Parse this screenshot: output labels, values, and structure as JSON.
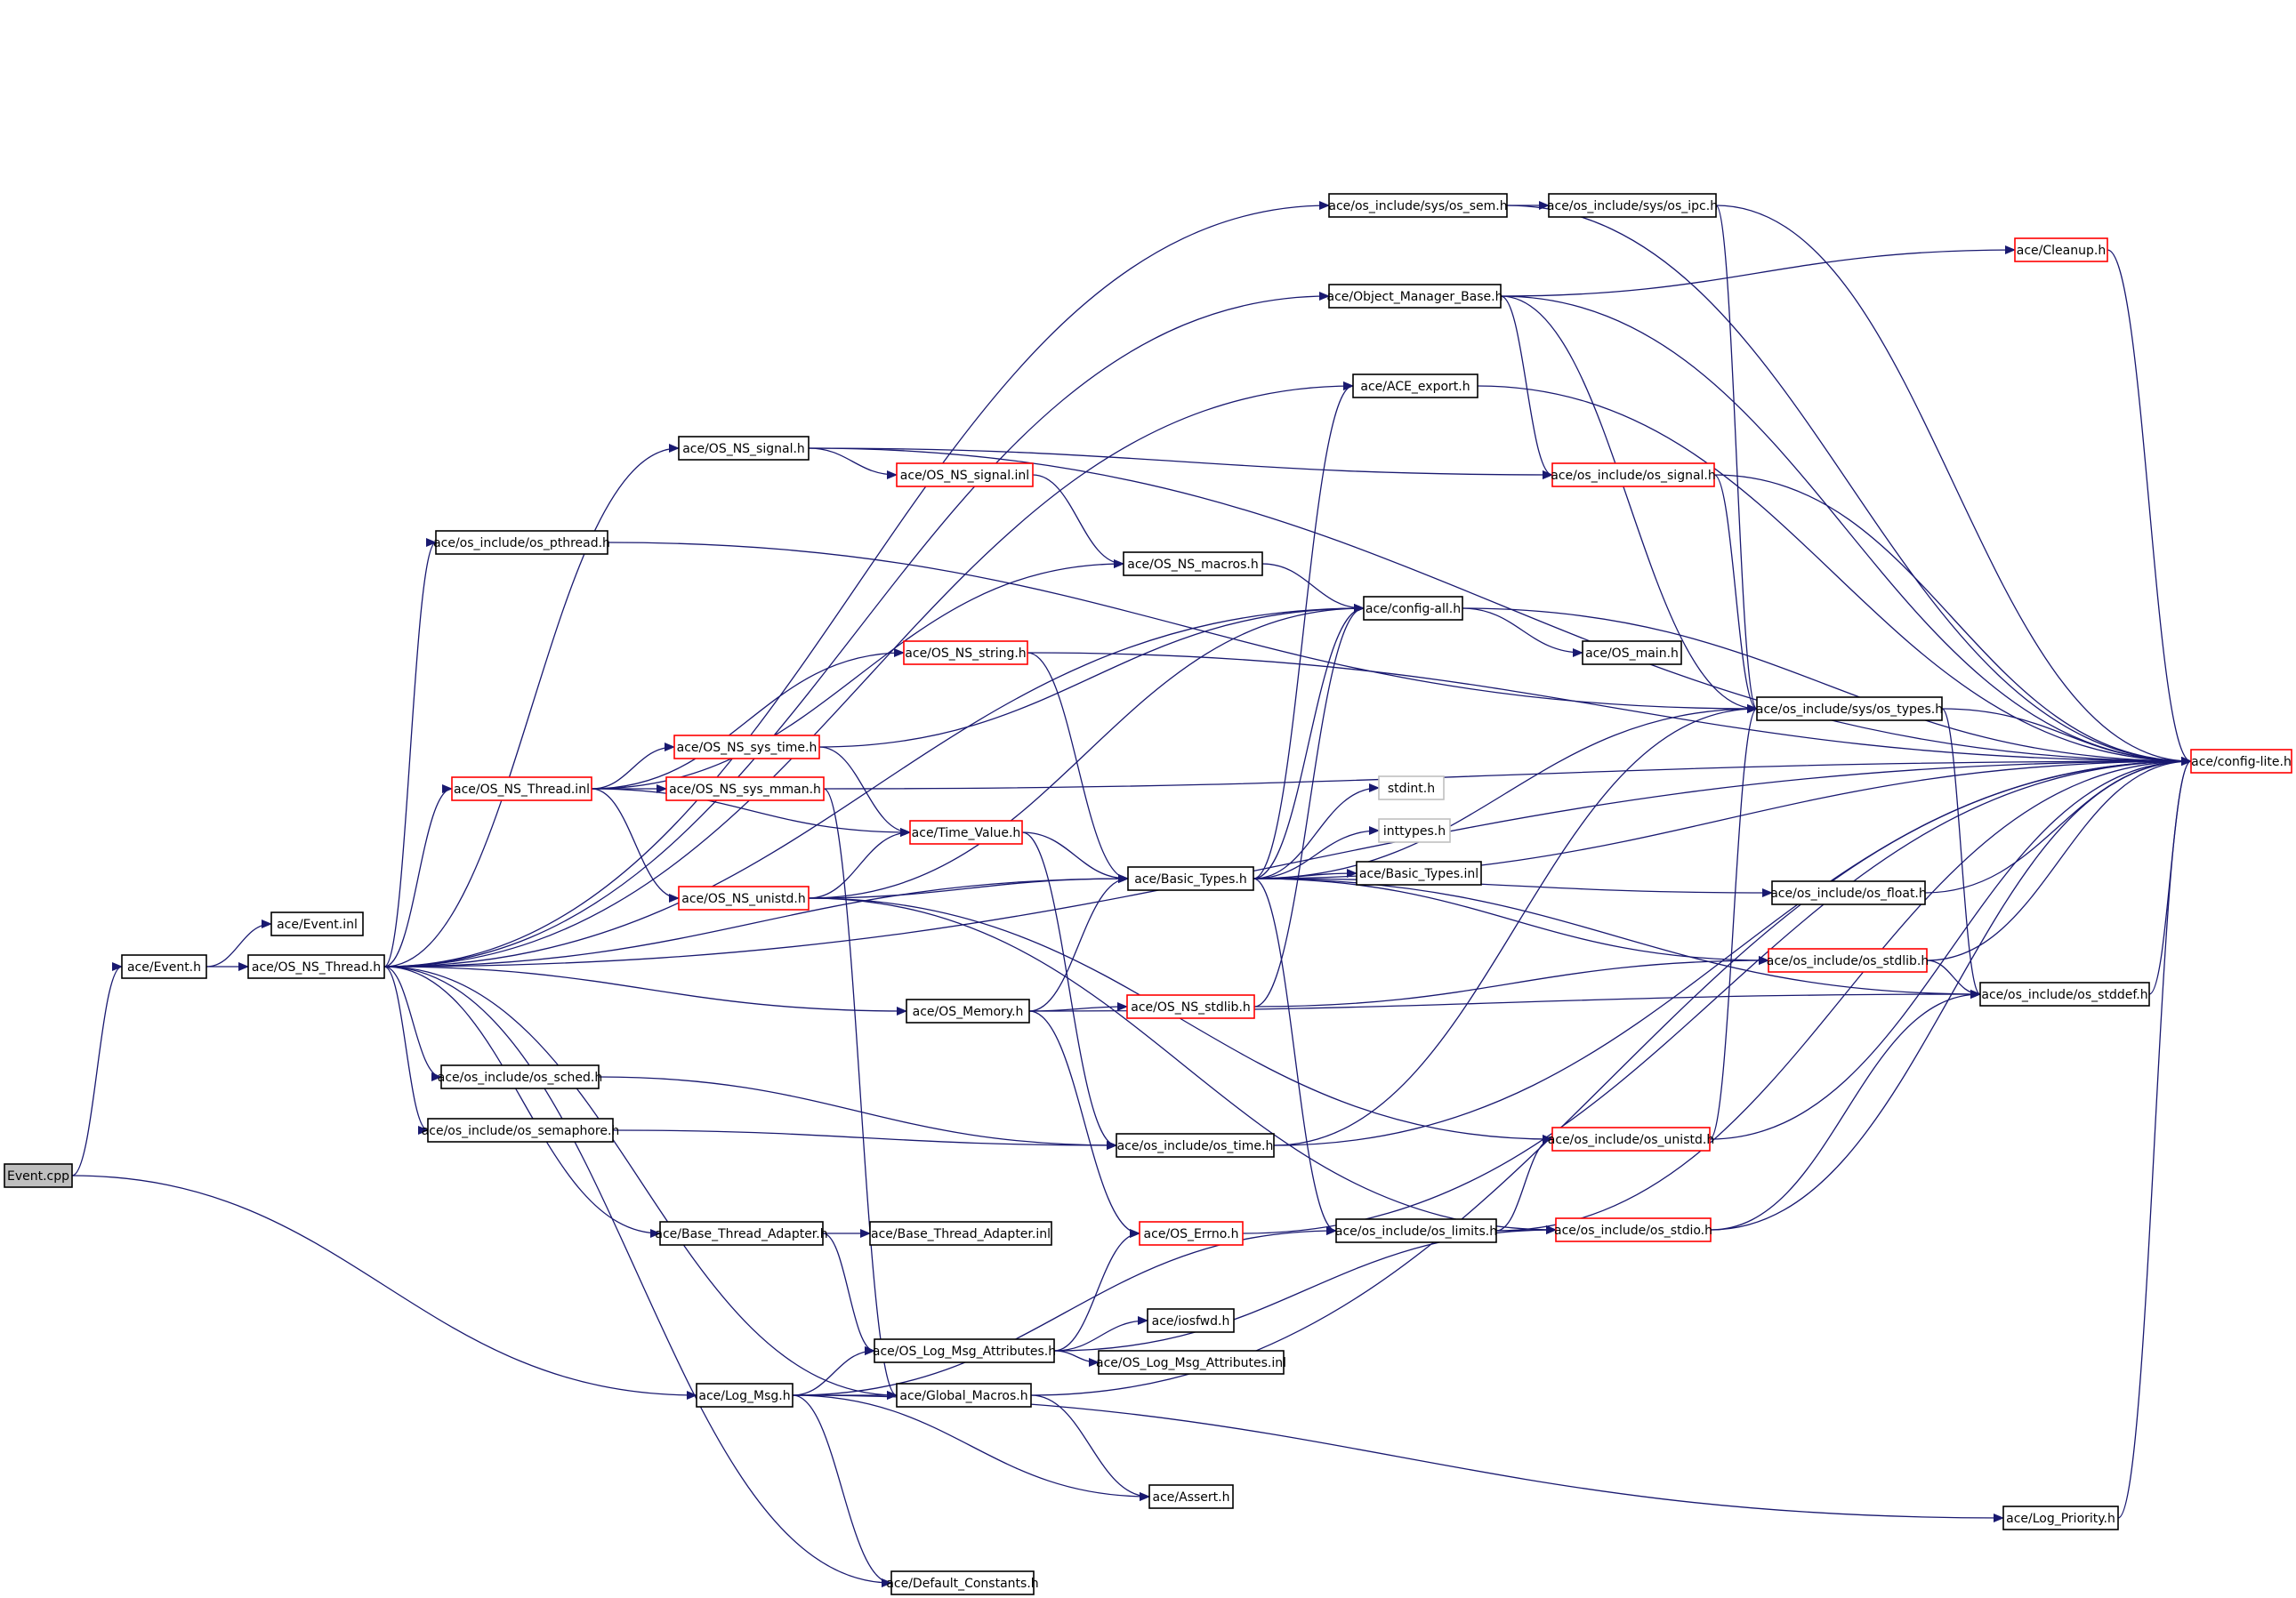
{
  "colors": {
    "edge": "#191970",
    "node_border": "#000000",
    "node_border_truncated": "#ff0000",
    "node_border_external": "#bfbfbf",
    "root_fill": "#bfbfbf",
    "node_fill": "#ffffff"
  },
  "nodes": [
    {
      "id": "event_cpp",
      "label": "Event.cpp",
      "kind": "root"
    },
    {
      "id": "event_h",
      "label": "ace/Event.h",
      "kind": "normal"
    },
    {
      "id": "event_inl",
      "label": "ace/Event.inl",
      "kind": "normal"
    },
    {
      "id": "os_ns_thread_h",
      "label": "ace/OS_NS_Thread.h",
      "kind": "normal"
    },
    {
      "id": "os_sem",
      "label": "ace/os_include/sys/os_sem.h",
      "kind": "normal"
    },
    {
      "id": "os_ipc",
      "label": "ace/os_include/sys/os_ipc.h",
      "kind": "normal"
    },
    {
      "id": "cleanup",
      "label": "ace/Cleanup.h",
      "kind": "truncated"
    },
    {
      "id": "obj_mgr",
      "label": "ace/Object_Manager_Base.h",
      "kind": "normal"
    },
    {
      "id": "ace_export",
      "label": "ace/ACE_export.h",
      "kind": "normal"
    },
    {
      "id": "os_ns_signal_h",
      "label": "ace/OS_NS_signal.h",
      "kind": "normal"
    },
    {
      "id": "os_ns_signal_inl",
      "label": "ace/OS_NS_signal.inl",
      "kind": "truncated"
    },
    {
      "id": "os_signal",
      "label": "ace/os_include/os_signal.h",
      "kind": "truncated"
    },
    {
      "id": "os_pthread",
      "label": "ace/os_include/os_pthread.h",
      "kind": "normal"
    },
    {
      "id": "os_ns_macros",
      "label": "ace/OS_NS_macros.h",
      "kind": "normal"
    },
    {
      "id": "config_all",
      "label": "ace/config-all.h",
      "kind": "normal"
    },
    {
      "id": "os_main",
      "label": "ace/OS_main.h",
      "kind": "normal"
    },
    {
      "id": "os_ns_string",
      "label": "ace/OS_NS_string.h",
      "kind": "truncated"
    },
    {
      "id": "sys_types",
      "label": "ace/os_include/sys/os_types.h",
      "kind": "normal"
    },
    {
      "id": "config_lite",
      "label": "ace/config-lite.h",
      "kind": "truncated"
    },
    {
      "id": "os_ns_sys_time",
      "label": "ace/OS_NS_sys_time.h",
      "kind": "truncated"
    },
    {
      "id": "os_ns_thread_inl",
      "label": "ace/OS_NS_Thread.inl",
      "kind": "truncated"
    },
    {
      "id": "os_ns_sys_mman",
      "label": "ace/OS_NS_sys_mman.h",
      "kind": "truncated"
    },
    {
      "id": "stdint",
      "label": "stdint.h",
      "kind": "external"
    },
    {
      "id": "inttypes",
      "label": "inttypes.h",
      "kind": "external"
    },
    {
      "id": "time_value",
      "label": "ace/Time_Value.h",
      "kind": "truncated"
    },
    {
      "id": "basic_types",
      "label": "ace/Basic_Types.h",
      "kind": "normal"
    },
    {
      "id": "basic_types_inl",
      "label": "ace/Basic_Types.inl",
      "kind": "normal"
    },
    {
      "id": "os_ns_unistd",
      "label": "ace/OS_NS_unistd.h",
      "kind": "truncated"
    },
    {
      "id": "os_float",
      "label": "ace/os_include/os_float.h",
      "kind": "normal"
    },
    {
      "id": "os_stdlib",
      "label": "ace/os_include/os_stdlib.h",
      "kind": "truncated"
    },
    {
      "id": "os_memory",
      "label": "ace/OS_Memory.h",
      "kind": "normal"
    },
    {
      "id": "os_ns_stdlib",
      "label": "ace/OS_NS_stdlib.h",
      "kind": "truncated"
    },
    {
      "id": "os_stddef",
      "label": "ace/os_include/os_stddef.h",
      "kind": "normal"
    },
    {
      "id": "os_sched",
      "label": "ace/os_include/os_sched.h",
      "kind": "normal"
    },
    {
      "id": "os_semaphore",
      "label": "ace/os_include/os_semaphore.h",
      "kind": "normal"
    },
    {
      "id": "os_time",
      "label": "ace/os_include/os_time.h",
      "kind": "normal"
    },
    {
      "id": "os_unistd",
      "label": "ace/os_include/os_unistd.h",
      "kind": "truncated"
    },
    {
      "id": "bta_h",
      "label": "ace/Base_Thread_Adapter.h",
      "kind": "normal"
    },
    {
      "id": "bta_inl",
      "label": "ace/Base_Thread_Adapter.inl",
      "kind": "normal"
    },
    {
      "id": "os_errno",
      "label": "ace/OS_Errno.h",
      "kind": "truncated"
    },
    {
      "id": "os_limits",
      "label": "ace/os_include/os_limits.h",
      "kind": "normal"
    },
    {
      "id": "os_stdio",
      "label": "ace/os_include/os_stdio.h",
      "kind": "truncated"
    },
    {
      "id": "iosfwd",
      "label": "ace/iosfwd.h",
      "kind": "normal"
    },
    {
      "id": "os_log_attr_h",
      "label": "ace/OS_Log_Msg_Attributes.h",
      "kind": "normal"
    },
    {
      "id": "os_log_attr_inl",
      "label": "ace/OS_Log_Msg_Attributes.inl",
      "kind": "normal"
    },
    {
      "id": "log_msg",
      "label": "ace/Log_Msg.h",
      "kind": "normal"
    },
    {
      "id": "global_macros",
      "label": "ace/Global_Macros.h",
      "kind": "normal"
    },
    {
      "id": "assert",
      "label": "ace/Assert.h",
      "kind": "normal"
    },
    {
      "id": "log_priority",
      "label": "ace/Log_Priority.h",
      "kind": "normal"
    },
    {
      "id": "default_constants",
      "label": "ace/Default_Constants.h",
      "kind": "normal"
    }
  ],
  "edges": [
    [
      "event_cpp",
      "event_h"
    ],
    [
      "event_cpp",
      "log_msg"
    ],
    [
      "event_h",
      "event_inl"
    ],
    [
      "event_h",
      "os_ns_thread_h"
    ],
    [
      "os_ns_thread_h",
      "os_sem"
    ],
    [
      "os_ns_thread_h",
      "obj_mgr"
    ],
    [
      "os_ns_thread_h",
      "ace_export"
    ],
    [
      "os_ns_thread_h",
      "os_ns_signal_h"
    ],
    [
      "os_ns_thread_h",
      "os_pthread"
    ],
    [
      "os_ns_thread_h",
      "config_all"
    ],
    [
      "os_ns_thread_h",
      "os_ns_thread_inl"
    ],
    [
      "os_ns_thread_h",
      "basic_types"
    ],
    [
      "os_ns_thread_h",
      "os_memory"
    ],
    [
      "os_ns_thread_h",
      "os_sched"
    ],
    [
      "os_ns_thread_h",
      "os_semaphore"
    ],
    [
      "os_ns_thread_h",
      "bta_h"
    ],
    [
      "os_ns_thread_h",
      "global_macros"
    ],
    [
      "os_ns_thread_h",
      "default_constants"
    ],
    [
      "os_ns_thread_h",
      "config_lite"
    ],
    [
      "os_sem",
      "os_ipc"
    ],
    [
      "os_sem",
      "config_lite"
    ],
    [
      "os_ipc",
      "sys_types"
    ],
    [
      "os_ipc",
      "config_lite"
    ],
    [
      "obj_mgr",
      "cleanup"
    ],
    [
      "obj_mgr",
      "os_signal"
    ],
    [
      "obj_mgr",
      "sys_types"
    ],
    [
      "obj_mgr",
      "config_lite"
    ],
    [
      "cleanup",
      "config_lite"
    ],
    [
      "ace_export",
      "config_lite"
    ],
    [
      "os_ns_signal_h",
      "os_ns_signal_inl"
    ],
    [
      "os_ns_signal_h",
      "os_signal"
    ],
    [
      "os_ns_signal_h",
      "config_lite"
    ],
    [
      "os_ns_signal_inl",
      "os_ns_macros"
    ],
    [
      "os_signal",
      "sys_types"
    ],
    [
      "os_signal",
      "config_lite"
    ],
    [
      "os_pthread",
      "sys_types"
    ],
    [
      "os_ns_macros",
      "config_all"
    ],
    [
      "config_all",
      "os_main"
    ],
    [
      "config_all",
      "config_lite"
    ],
    [
      "os_ns_string",
      "basic_types"
    ],
    [
      "os_ns_string",
      "config_lite"
    ],
    [
      "sys_types",
      "config_lite"
    ],
    [
      "sys_types",
      "os_stddef"
    ],
    [
      "os_ns_thread_inl",
      "os_ns_macros"
    ],
    [
      "os_ns_thread_inl",
      "os_ns_string"
    ],
    [
      "os_ns_thread_inl",
      "os_ns_sys_time"
    ],
    [
      "os_ns_thread_inl",
      "os_ns_sys_mman"
    ],
    [
      "os_ns_thread_inl",
      "time_value"
    ],
    [
      "os_ns_thread_inl",
      "os_ns_unistd"
    ],
    [
      "os_ns_sys_time",
      "time_value"
    ],
    [
      "os_ns_sys_time",
      "config_all"
    ],
    [
      "os_ns_sys_mman",
      "config_lite"
    ],
    [
      "os_ns_sys_mman",
      "global_macros"
    ],
    [
      "time_value",
      "basic_types"
    ],
    [
      "time_value",
      "os_time"
    ],
    [
      "os_ns_unistd",
      "time_value"
    ],
    [
      "os_ns_unistd",
      "basic_types"
    ],
    [
      "os_ns_unistd",
      "config_all"
    ],
    [
      "os_ns_unistd",
      "os_unistd"
    ],
    [
      "os_ns_unistd",
      "os_stdio"
    ],
    [
      "basic_types",
      "ace_export"
    ],
    [
      "basic_types",
      "config_all"
    ],
    [
      "basic_types",
      "sys_types"
    ],
    [
      "basic_types",
      "config_lite"
    ],
    [
      "basic_types",
      "stdint"
    ],
    [
      "basic_types",
      "inttypes"
    ],
    [
      "basic_types",
      "basic_types_inl"
    ],
    [
      "basic_types",
      "os_float"
    ],
    [
      "basic_types",
      "os_stdlib"
    ],
    [
      "basic_types",
      "os_stddef"
    ],
    [
      "basic_types",
      "os_limits"
    ],
    [
      "os_float",
      "config_lite"
    ],
    [
      "os_stdlib",
      "config_lite"
    ],
    [
      "os_stdlib",
      "os_stddef"
    ],
    [
      "os_memory",
      "basic_types"
    ],
    [
      "os_memory",
      "os_ns_stdlib"
    ],
    [
      "os_memory",
      "os_stddef"
    ],
    [
      "os_memory",
      "os_errno"
    ],
    [
      "os_ns_stdlib",
      "os_stdlib"
    ],
    [
      "os_ns_stdlib",
      "config_all"
    ],
    [
      "os_stddef",
      "config_lite"
    ],
    [
      "os_sched",
      "os_time"
    ],
    [
      "os_semaphore",
      "os_time"
    ],
    [
      "os_time",
      "sys_types"
    ],
    [
      "os_time",
      "config_lite"
    ],
    [
      "os_unistd",
      "sys_types"
    ],
    [
      "os_unistd",
      "config_lite"
    ],
    [
      "bta_h",
      "bta_inl"
    ],
    [
      "bta_h",
      "os_log_attr_h"
    ],
    [
      "os_errno",
      "config_lite"
    ],
    [
      "os_limits",
      "os_unistd"
    ],
    [
      "os_limits",
      "os_stdio"
    ],
    [
      "os_limits",
      "config_lite"
    ],
    [
      "os_stdio",
      "os_stddef"
    ],
    [
      "os_stdio",
      "config_lite"
    ],
    [
      "os_log_attr_h",
      "iosfwd"
    ],
    [
      "os_log_attr_h",
      "os_log_attr_inl"
    ],
    [
      "os_log_attr_h",
      "os_stdio"
    ],
    [
      "os_log_attr_h",
      "os_errno"
    ],
    [
      "log_msg",
      "os_log_attr_h"
    ],
    [
      "log_msg",
      "global_macros"
    ],
    [
      "log_msg",
      "assert"
    ],
    [
      "log_msg",
      "os_limits"
    ],
    [
      "log_msg",
      "default_constants"
    ],
    [
      "log_msg",
      "log_priority"
    ],
    [
      "global_macros",
      "config_lite"
    ],
    [
      "global_macros",
      "assert"
    ],
    [
      "log_priority",
      "config_lite"
    ]
  ]
}
